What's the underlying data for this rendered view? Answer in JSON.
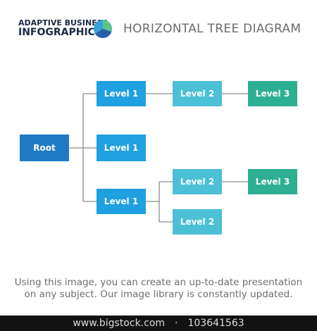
{
  "header": {
    "brand_line1": "ADAPTIVE BUSINESS",
    "brand_line2": "INFOGRAPHICS",
    "title": "HORIZONTAL TREE DIAGRAM",
    "logo_colors": [
      "#3aa0d8",
      "#5cc48a",
      "#2a5fa8"
    ]
  },
  "tree": {
    "root": {
      "label": "Root"
    },
    "branch_top": {
      "level1": {
        "label": "Level 1"
      },
      "level2": {
        "label": "Level 2"
      },
      "level3": {
        "label": "Level 3"
      }
    },
    "branch_middle": {
      "level1": {
        "label": "Level 1"
      }
    },
    "branch_bottom": {
      "level1": {
        "label": "Level 1"
      },
      "level2_a": {
        "label": "Level 2"
      },
      "level3_a": {
        "label": "Level 3"
      },
      "level2_b": {
        "label": "Level 2"
      }
    }
  },
  "colors": {
    "root": "#1f7bc6",
    "level1": "#1fa0e0",
    "level2": "#4cc0d4",
    "level3": "#2eaf92",
    "connector": "#8a8a8a"
  },
  "caption": "Using this image, you can create an up-to-date presentation on any subject. Our image library is constantly updated.",
  "footer": {
    "site": "www.bigstock.com",
    "separator": "·",
    "id": "103641563"
  }
}
